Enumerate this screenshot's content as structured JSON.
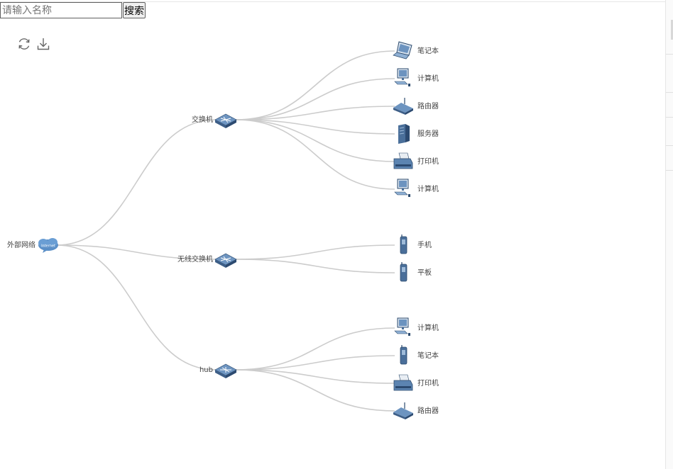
{
  "search": {
    "placeholder": "请输入名称",
    "value": "",
    "button_label": "搜索"
  },
  "toolbar": {
    "refresh_icon": "refresh-icon",
    "download_icon": "download-icon"
  },
  "colors": {
    "link": "#cccccc",
    "device": "#4a6f9a",
    "device_dark": "#2d4b6e",
    "label": "#444444"
  },
  "topology": {
    "root": {
      "label": "外部网络",
      "icon": "internet-cloud-icon"
    },
    "groups": [
      {
        "label": "交换机",
        "icon": "switch-icon",
        "children": [
          {
            "label": "笔记本",
            "icon": "laptop-icon"
          },
          {
            "label": "计算机",
            "icon": "computer-icon"
          },
          {
            "label": "路由器",
            "icon": "router-icon"
          },
          {
            "label": "服务器",
            "icon": "server-icon"
          },
          {
            "label": "打印机",
            "icon": "printer-icon"
          },
          {
            "label": "计算机",
            "icon": "computer-icon"
          }
        ]
      },
      {
        "label": "无线交换机",
        "icon": "switch-icon",
        "children": [
          {
            "label": "手机",
            "icon": "phone-icon"
          },
          {
            "label": "平板",
            "icon": "phone-icon"
          }
        ]
      },
      {
        "label": "hub",
        "icon": "hub-icon",
        "children": [
          {
            "label": "计算机",
            "icon": "computer-icon"
          },
          {
            "label": "笔记本",
            "icon": "phone-icon"
          },
          {
            "label": "打印机",
            "icon": "printer-icon"
          },
          {
            "label": "路由器",
            "icon": "router-icon"
          }
        ]
      }
    ]
  }
}
